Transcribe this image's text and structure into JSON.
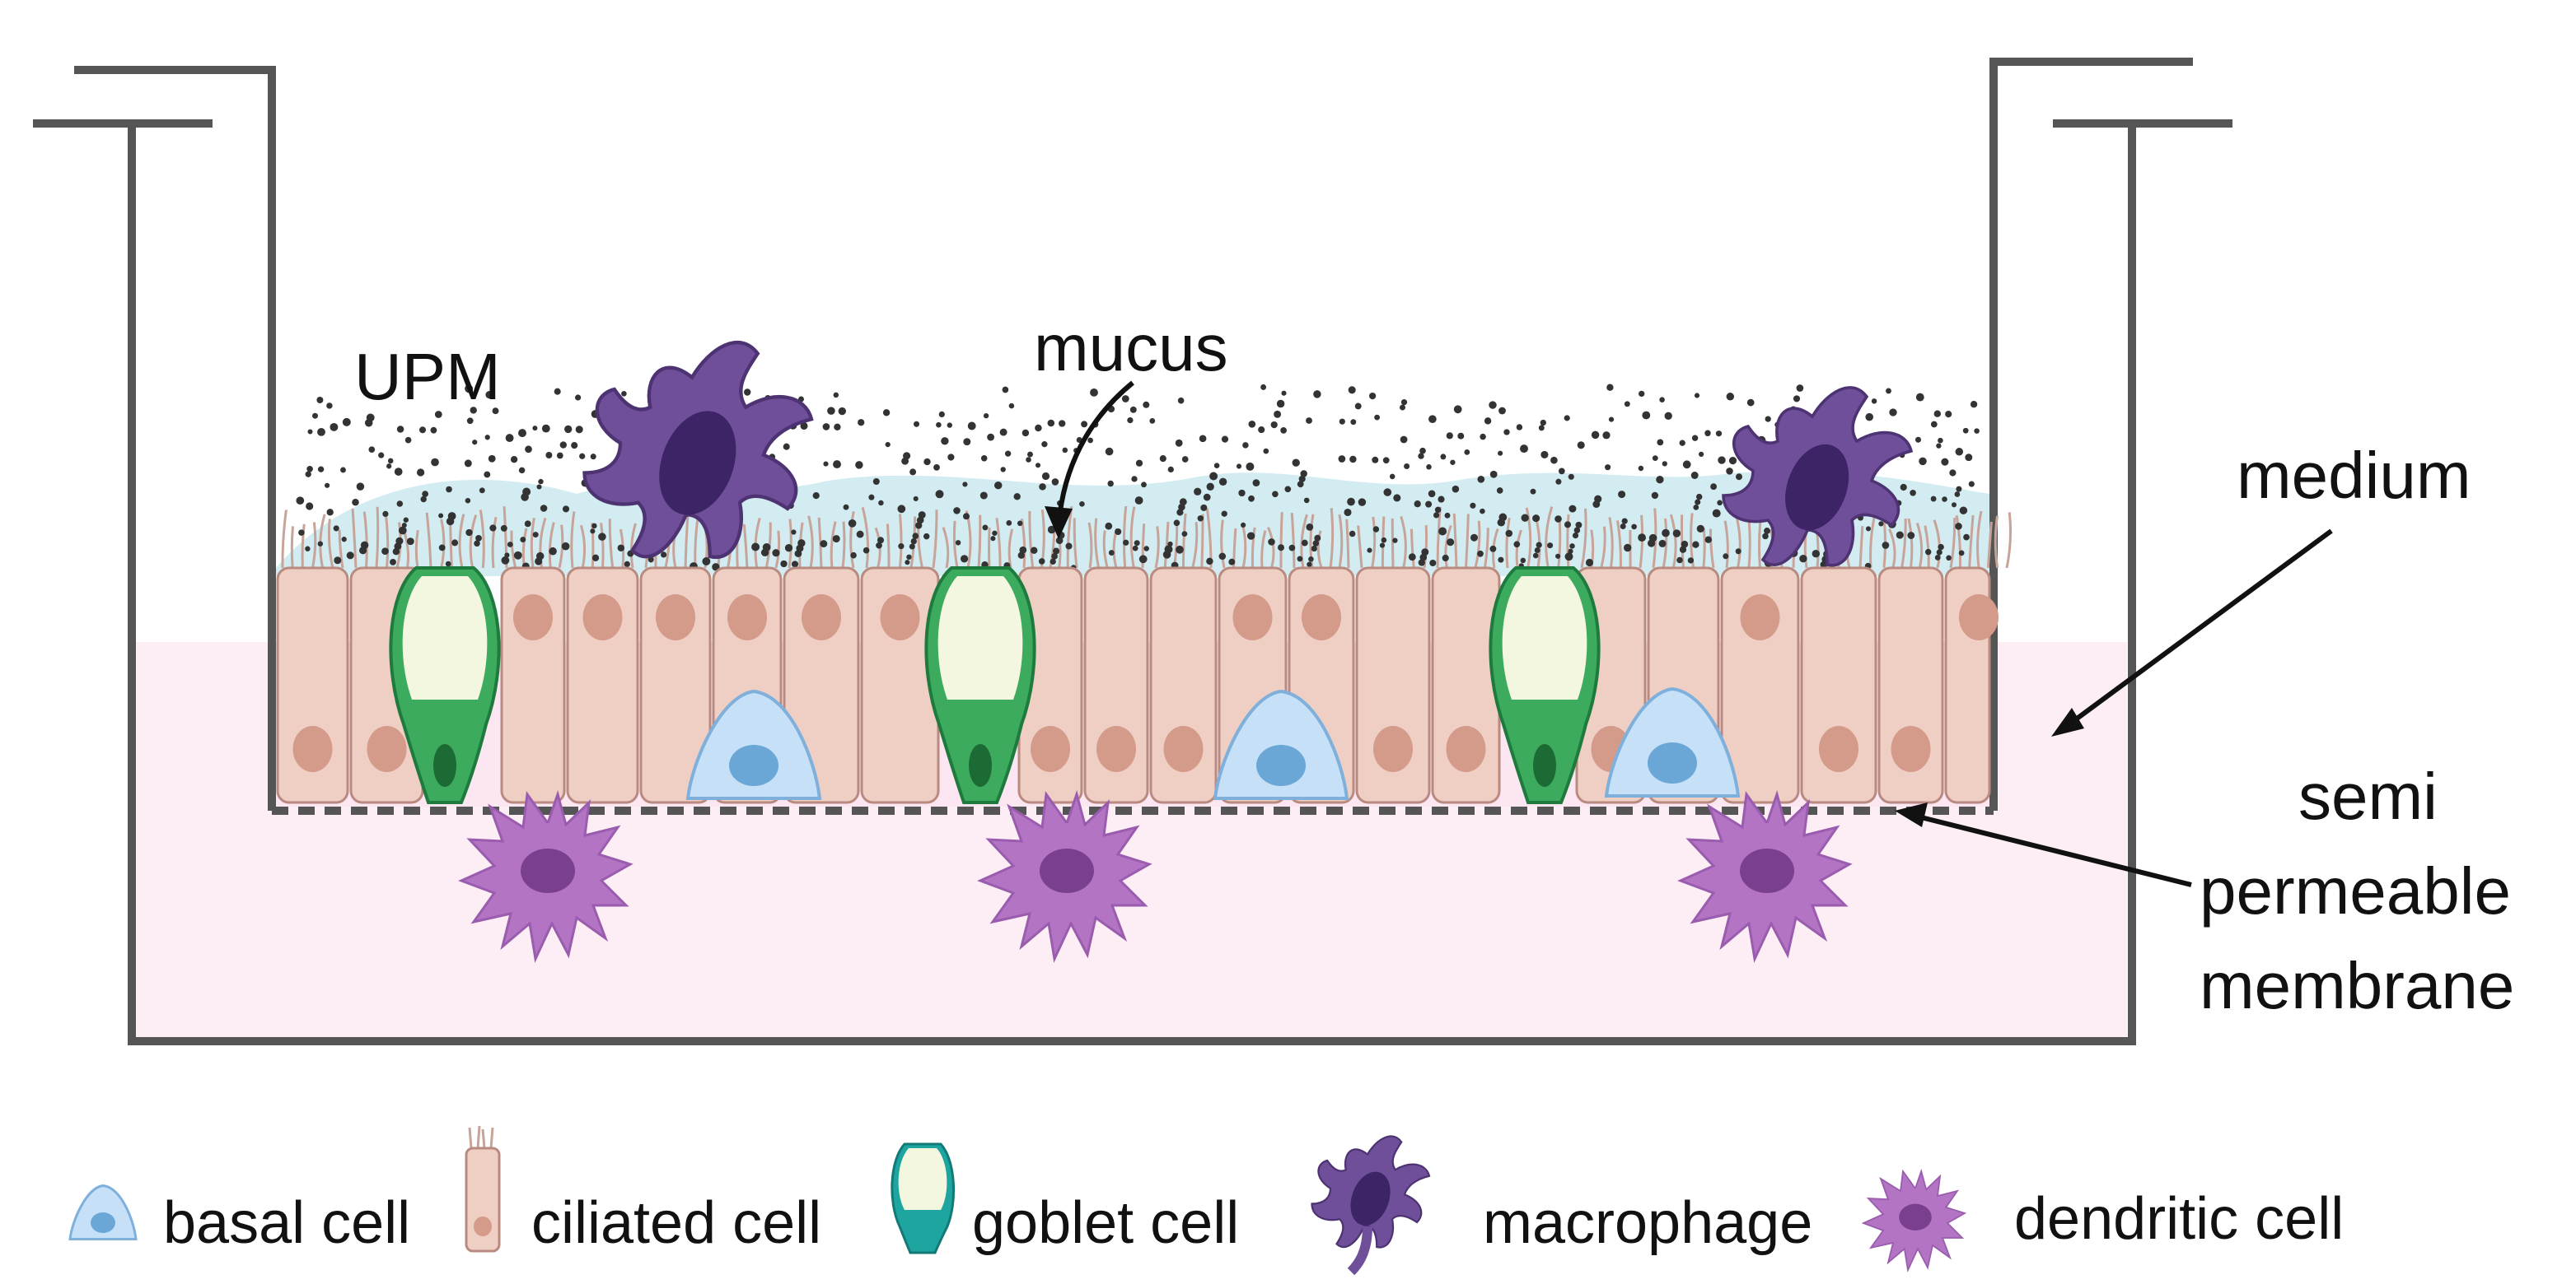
{
  "diagram": {
    "labels": {
      "upm": "UPM",
      "mucus": "mucus",
      "medium": "medium",
      "membrane_line1": "semi",
      "membrane_line2": "permeable",
      "membrane_line3": "membrane"
    },
    "legend": [
      {
        "icon": "basal-cell-icon",
        "label": "basal cell"
      },
      {
        "icon": "ciliated-cell-icon",
        "label": "ciliated cell"
      },
      {
        "icon": "goblet-cell-icon",
        "label": "goblet cell"
      },
      {
        "icon": "macrophage-icon",
        "label": "macrophage"
      },
      {
        "icon": "dendritic-cell-icon",
        "label": "dendritic cell"
      }
    ],
    "colors": {
      "well_wall": "#555555",
      "medium": "#fdeef6",
      "mucus": "#cdeaf0",
      "ciliated_cell": "#efcfc4",
      "ciliated_border": "#b98a80",
      "nucleus": "#d49a8a",
      "goblet": "#3cab5e",
      "goblet_granules": "#f4f7df",
      "basal_cell": "#c6e0f7",
      "basal_nucleus": "#6aa7d6",
      "macrophage": "#6f4f9a",
      "macrophage_nucleus": "#3d2466",
      "dendritic": "#b374c4",
      "dendritic_nucleus": "#7a3f8e",
      "particles": "#333333"
    }
  }
}
